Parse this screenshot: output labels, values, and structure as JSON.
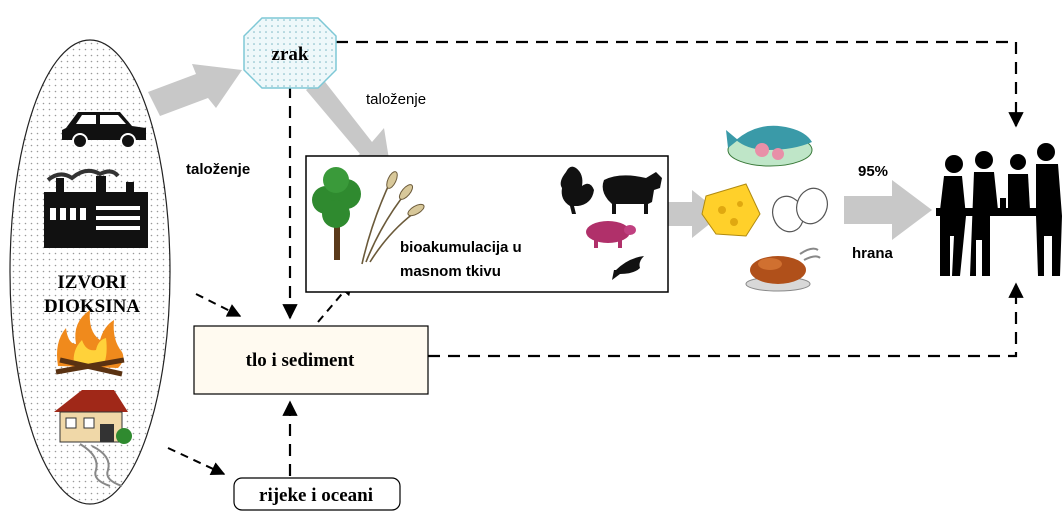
{
  "nodes": {
    "air": "zrak",
    "sources_line1": "IZVORI",
    "sources_line2": "DIOKSINA",
    "soil": "tlo i sediment",
    "water": "rijeke i oceani",
    "bioaccumulation_line1": "bioakumulacija u",
    "bioaccumulation_line2": "masnom tkivu"
  },
  "edges": {
    "deposition_top": "taloženje",
    "deposition_left": "taloženje",
    "food": "hrana",
    "percent": "95%"
  },
  "icons": [
    "car-icon",
    "factory-icon",
    "fire-icon",
    "house-icon",
    "tree-icon",
    "wheat-icon",
    "rooster-icon",
    "cow-icon",
    "pig-icon",
    "fish-icon",
    "fish-platter-icon",
    "cheese-icon",
    "eggs-icon",
    "roast-chicken-icon",
    "diners-icon"
  ],
  "colors": {
    "arrow_gray": "#c8c8c8",
    "air_fill": "#e8f4f6",
    "air_stroke": "#7ec8d6",
    "fire": "#f08a1c",
    "tree": "#2f8a2f",
    "pig": "#b0306a"
  }
}
